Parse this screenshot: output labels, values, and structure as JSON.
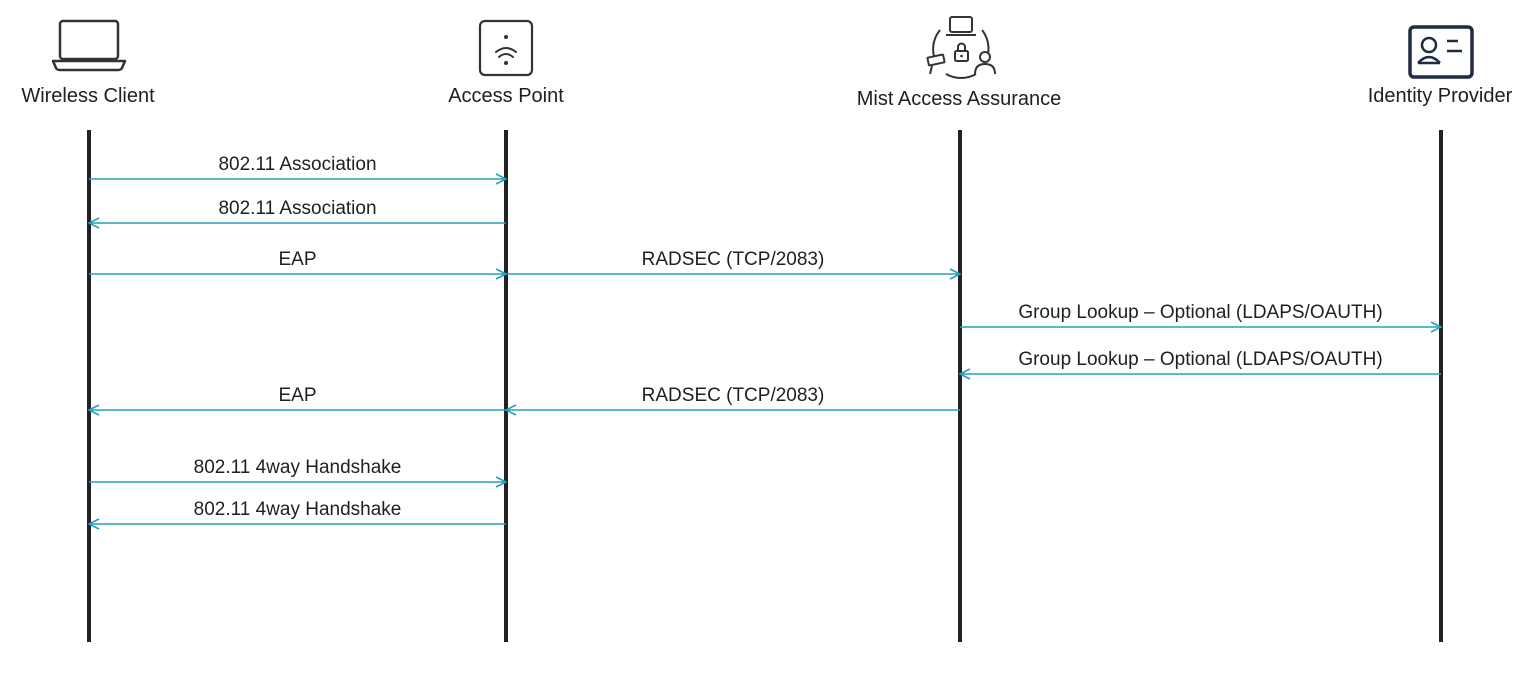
{
  "participants": [
    {
      "id": "client",
      "label": "Wireless Client",
      "icon": "laptop-icon"
    },
    {
      "id": "ap",
      "label": "Access Point",
      "icon": "wifi-access-point-icon"
    },
    {
      "id": "mist",
      "label": "Mist Access Assurance",
      "icon": "access-assurance-icon"
    },
    {
      "id": "idp",
      "label": "Identity Provider",
      "icon": "id-card-icon"
    }
  ],
  "messages": [
    {
      "from": "client",
      "to": "ap",
      "label": "802.11 Association"
    },
    {
      "from": "ap",
      "to": "client",
      "label": "802.11 Association"
    },
    {
      "from": "client",
      "to": "ap",
      "label": "EAP"
    },
    {
      "from": "ap",
      "to": "mist",
      "label": "RADSEC (TCP/2083)"
    },
    {
      "from": "mist",
      "to": "idp",
      "label": "Group Lookup – Optional  (LDAPS/OAUTH)"
    },
    {
      "from": "idp",
      "to": "mist",
      "label": "Group Lookup – Optional  (LDAPS/OAUTH)"
    },
    {
      "from": "ap",
      "to": "client",
      "label": "EAP"
    },
    {
      "from": "mist",
      "to": "ap",
      "label": "RADSEC (TCP/2083)"
    },
    {
      "from": "client",
      "to": "ap",
      "label": "802.11 4way Handshake"
    },
    {
      "from": "ap",
      "to": "client",
      "label": "802.11 4way Handshake"
    }
  ],
  "colors": {
    "arrow": "#2a9fb8",
    "lifeline": "#222222",
    "icon": "#333333",
    "icon_idp": "#1f2a44"
  }
}
